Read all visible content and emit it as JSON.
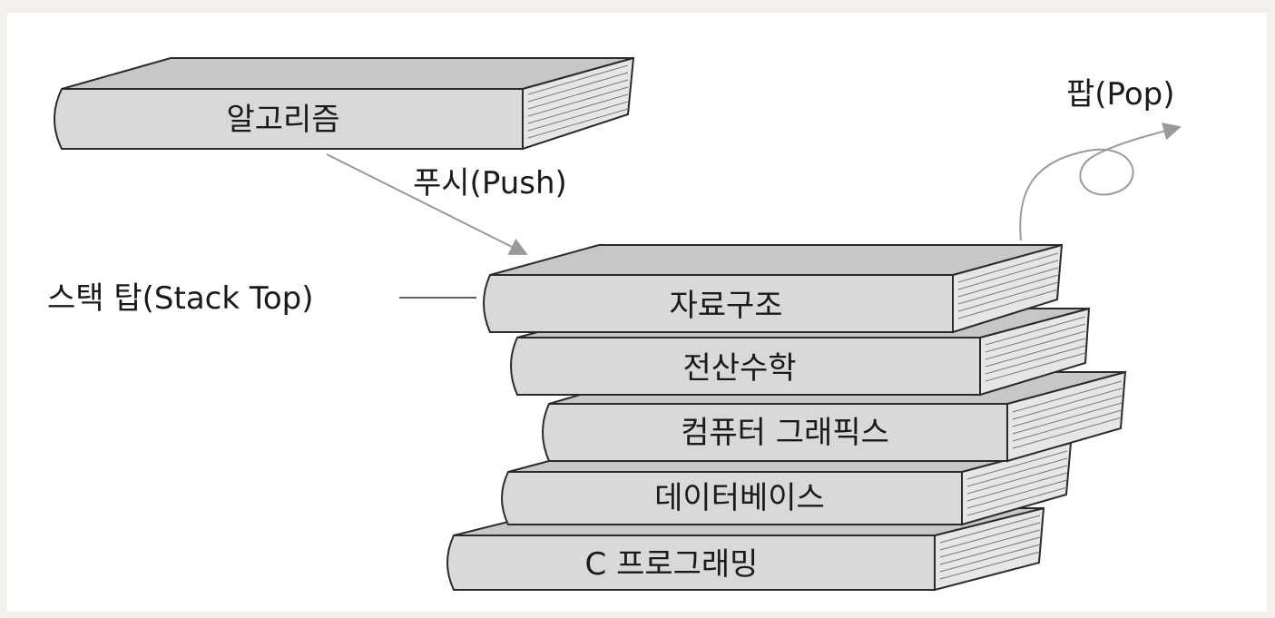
{
  "labels": {
    "push": "푸시(Push)",
    "pop": "팝(Pop)",
    "stack_top": "스택 탑(Stack Top)"
  },
  "incoming_book": {
    "title": "알고리즘"
  },
  "stack_books": [
    {
      "title": "자료구조"
    },
    {
      "title": "전산수학"
    },
    {
      "title": "컴퓨터 그래픽스"
    },
    {
      "title": "데이터베이스"
    },
    {
      "title": "C 프로그래밍"
    }
  ],
  "colors": {
    "book_fill": "#d9d9d9",
    "book_top": "#c7c7c7",
    "outline": "#2a2a2a",
    "arrow": "#9a9a9a",
    "background": "#ffffff"
  }
}
